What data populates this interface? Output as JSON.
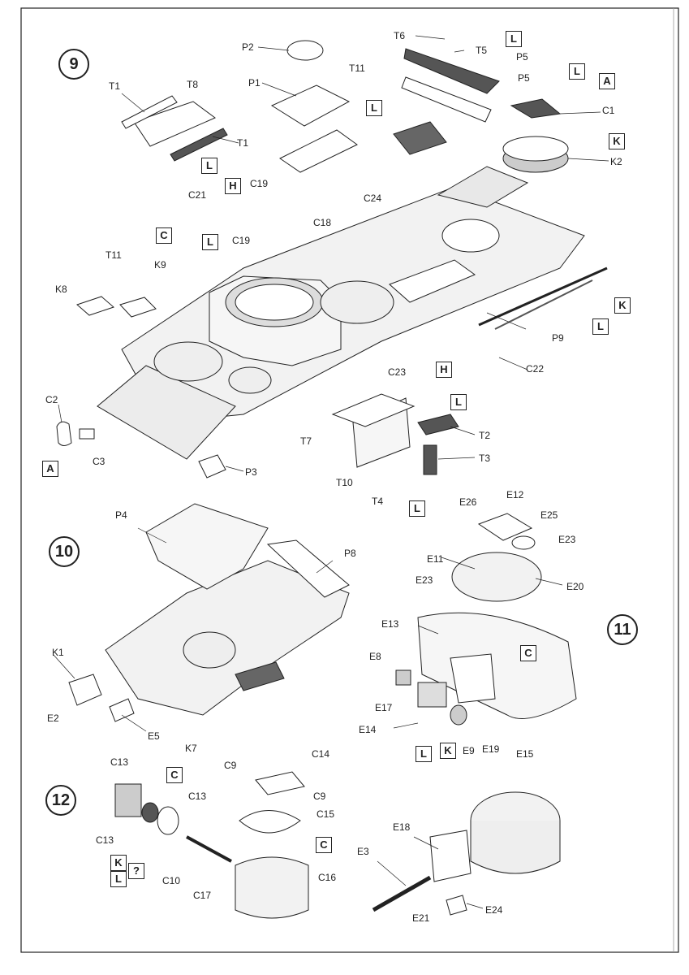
{
  "colors": {
    "ink": "#222222",
    "paper": "#ffffff",
    "shade": "#d8d8d8",
    "dark": "#555555"
  },
  "steps": [
    "9",
    "10",
    "11",
    "12"
  ],
  "step9": {
    "parts": [
      "T6",
      "T5",
      "P5",
      "P5",
      "P2",
      "T11",
      "P1",
      "C1",
      "K2",
      "T1",
      "T8",
      "T1",
      "C19",
      "C24",
      "C21",
      "C18",
      "C19",
      "T11",
      "K9",
      "K8",
      "P9",
      "C23",
      "C22",
      "C2",
      "C3",
      "P3",
      "T7",
      "T2",
      "T3",
      "T10",
      "T4"
    ],
    "markers": [
      "L",
      "L",
      "A",
      "K",
      "L",
      "H",
      "L",
      "C",
      "K",
      "L",
      "H",
      "L",
      "A",
      "L"
    ]
  },
  "step10": {
    "parts": [
      "P4",
      "P8",
      "K1",
      "E2",
      "E5",
      "K7"
    ]
  },
  "step11": {
    "parts": [
      "E26",
      "E12",
      "E25",
      "E23",
      "E11",
      "E23",
      "E20",
      "E13",
      "E8",
      "E17",
      "E14",
      "E9",
      "E19",
      "E15"
    ],
    "markers": [
      "C",
      "L",
      "K"
    ]
  },
  "step12": {
    "parts": [
      "C13",
      "C13",
      "C13",
      "C10",
      "C9",
      "C14",
      "C9",
      "C15",
      "C16",
      "C17",
      "E18",
      "E3",
      "E24",
      "E21"
    ],
    "markers": [
      "C",
      "K",
      "L",
      "?",
      "C"
    ]
  }
}
